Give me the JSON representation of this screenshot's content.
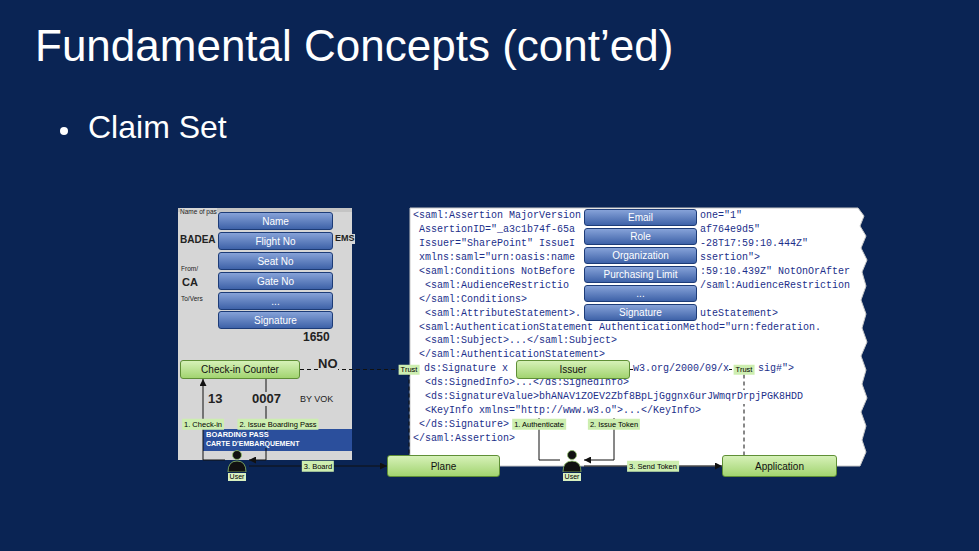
{
  "diagram": {
    "title": "Fundamental Concepts (cont’ed)",
    "nodes": [
      {
        "text": [
          "Name"
        ]
      },
      {
        "text": [
          "Flight No"
        ]
      },
      {
        "text": [
          "Seat No"
        ]
      },
      {
        "text": [
          "Gate No"
        ]
      },
      {
        "text": [
          "..."
        ]
      },
      {
        "text": [
          "Signature"
        ]
      },
      {
        "text": [
          "Email"
        ]
      },
      {
        "text": [
          "Role"
        ]
      },
      {
        "text": [
          "Organization"
        ]
      },
      {
        "text": [
          "Purchasing Limit"
        ]
      },
      {
        "text": [
          "..."
        ]
      },
      {
        "text": [
          "Signature"
        ]
      },
      {
        "text": [
          "Check-in Counter"
        ]
      },
      {
        "text": [
          "Issuer"
        ]
      },
      {
        "text": [
          "User"
        ]
      },
      {
        "text": [
          "Plane"
        ]
      },
      {
        "text": [
          "User"
        ]
      },
      {
        "text": [
          "Application"
        ]
      }
    ],
    "edges": [
      {
        "from": 14,
        "to": 12,
        "arrow": "to",
        "label": "1. Check-in"
      },
      {
        "from": 12,
        "to": 14,
        "arrow": "to",
        "label": "2. Issue Boarding Pass"
      },
      {
        "from": 14,
        "to": 15,
        "arrow": "to",
        "label": "3. Board"
      },
      {
        "from": 12,
        "to": 15,
        "arrow": "none",
        "label": "Trust"
      },
      {
        "from": 16,
        "to": 13,
        "arrow": "to",
        "label": "1. Authenticate"
      },
      {
        "from": 13,
        "to": 16,
        "arrow": "to",
        "label": "2. Issue Token"
      },
      {
        "from": 16,
        "to": 17,
        "arrow": "to",
        "label": "3. Send Token"
      },
      {
        "from": 13,
        "to": 17,
        "arrow": "none",
        "label": "Trust"
      }
    ],
    "labels": [
      "Claim Set",
      "Name of pas",
      "BADEA",
      "EMS",
      "From/",
      "CA",
      "To/Vers",
      "1650",
      "NO",
      "13",
      "0007",
      "BY VOK",
      "BOARDING PASS",
      "CARTE D'EMBARQUEMENT",
      "<saml:Assertion MajorVersion",
      "one=\"1\"",
      "AssertionID=\"_a3c1b74f-65a",
      "af764e9d5\"",
      "Issuer=\"SharePoint\" IssueI",
      "-28T17:59:10.444Z\"",
      "xmlns:saml=\"urn:oasis:name",
      "ssertion\">",
      "<saml:Conditions NotBefore",
      ":59:10.439Z\" NotOnOrAfter",
      "<saml:AudienceRestrictio",
      "/saml:AudienceRestriction",
      "</saml:Conditions>",
      "<saml:AttributeStatement>.",
      "uteStatement>",
      "<saml:AuthenticationStatement AuthenticationMethod=\"urn:federation.",
      "<saml:Subject>...</saml:Subject>",
      "</saml:AuthenticationStatement>",
      "ds:Signature x",
      "w3.org/2000/09/x",
      "sig#\">",
      "<ds:SignedInfo>...</ds:SignedInfo>",
      "<ds:SignatureValue>bhANAV1ZOEV2Zbf8BpLjGggnx6urJWmqrDrpjPGK8HDD",
      "<KeyInfo xmlns=\"http://www.w3.o\">...</KeyInfo>",
      "</ds:Signature>",
      "</saml:Assertion>"
    ]
  }
}
